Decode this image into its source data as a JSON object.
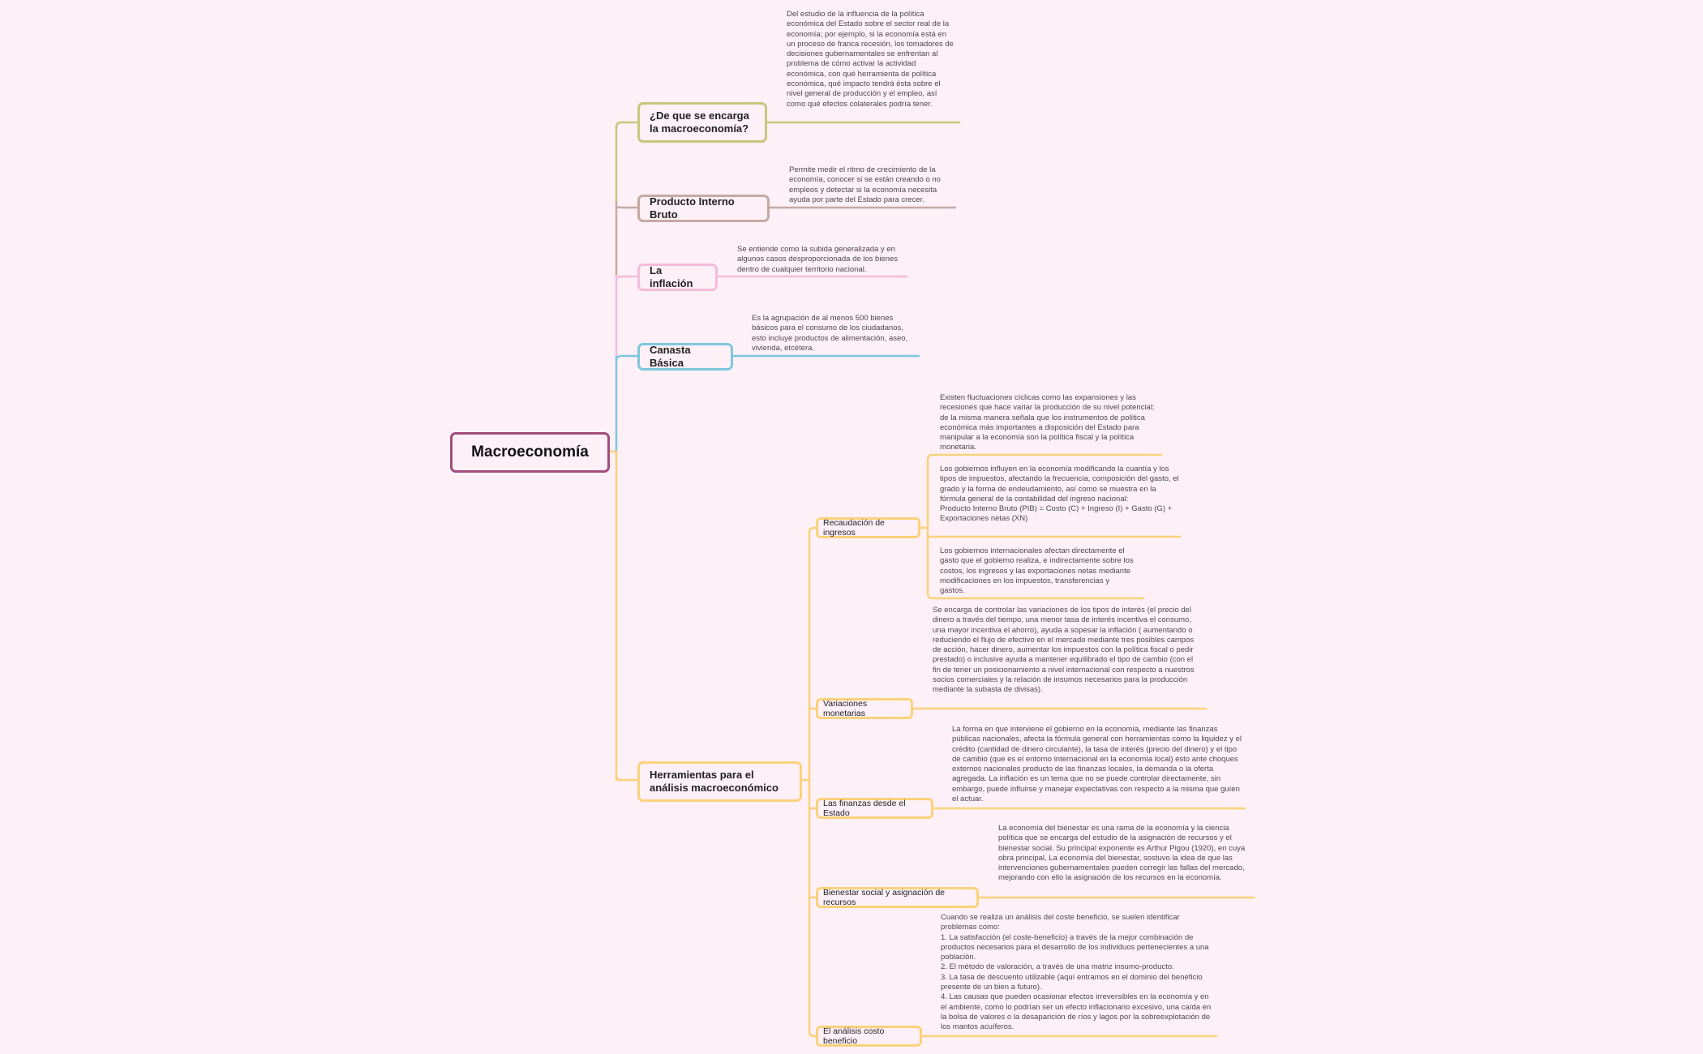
{
  "colors": {
    "background": "#fdf0f7",
    "root": "#a24d7c",
    "branch_macro": "#c9c57a",
    "branch_pib": "#c4aaa2",
    "branch_inflacion": "#f6bcd9",
    "branch_canasta": "#7ec8de",
    "branch_herramientas": "#fbd27a"
  },
  "root": {
    "label": "Macroeconomía"
  },
  "branches": [
    {
      "label": "¿De que se encarga la macroeconomía?",
      "note": "Del estudio de la influencia de la política económica del Estado sobre el sector real de la economía; por ejemplo, si la economía está en un proceso de franca recesión, los tomadores de decisiones gubernamentales se enfrentan al problema de cómo activar la actividad económica, con qué herramienta de política económica, qué impacto tendrá ésta sobre el nivel general de producción y el empleo, así como qué efectos colaterales podría tener."
    },
    {
      "label": "Producto Interno Bruto",
      "note": "Permite medir el ritmo de crecimiento de la economía, conocer si se están creando o no empleos y detectar si la economía necesita ayuda por parte del Estado para crecer."
    },
    {
      "label": "La inflación",
      "note": "Se entiende como la subida generalizada y en algunos casos desproporcionada de los bienes dentro de cualquier territorio nacional."
    },
    {
      "label": "Canasta Básica",
      "note": "Es la agrupación de al menos 500 bienes básicos para el consumo de los ciudadanos, esto incluye productos de alimentación, aseo, vivienda, etcétera."
    },
    {
      "label": "Herramientas para el análisis macroeconómico",
      "children": [
        {
          "label": "Recaudación de ingresos",
          "notes": [
            "Existen fluctuaciones cíclicas como las expansiones y las recesiones que hace variar la producción de su nivel potencial; de la misma manera señala que los instrumentos de política económica más importantes a disposición del Estado para manipular a la economía son la política fiscal y la política monetaria.",
            "Los gobiernos influyen en la economía modificando la cuantía y los tipos de impuestos, afectando la frecuencia, composición del gasto, el grado y la forma de endeudamiento, así como se muestra en la fórmula general de la contabilidad del ingreso nacional:\nProducto Interno Bruto (PIB) = Costo (C) + Ingreso (I) + Gasto (G) + Exportaciones netas (XN)",
            "Los gobiernos internacionales afectan directamente el gasto que el gobierno realiza, e indirectamente sobre los costos, los ingresos y las exportaciones netas mediante modificaciones en los impuestos, transferencias y gastos."
          ]
        },
        {
          "label": "Variaciones monetarias",
          "note": "Se encarga de controlar las variaciones de los tipos de interés (el precio del dinero a través del tiempo, una menor tasa de interés incentiva el consumo, una mayor incentiva el ahorro), ayuda a sopesar la inflación ( aumentando o reduciendo el flujo de efectivo en el mercado mediante tres posibles campos de acción, hacer dinero, aumentar los impuestos con la política fiscal o pedir prestado) o inclusive ayuda a mantener equilibrado el tipo de cambio (con el fin de tener un posicionamiento a nivel internacional con respecto a nuestros socios comerciales y la relación de insumos necesarios para la producción mediante la subasta de divisas)."
        },
        {
          "label": "Las finanzas desde el Estado",
          "note": "La forma en que interviene el gobierno en la economía, mediante las finanzas públicas nacionales, afecta la fórmula general con herramientas como la liquidez y el crédito (cantidad de dinero circulante), la tasa de interés (precio del dinero) y el tipo de cambio (que es el entorno internacional en la economía local) esto ante choques externos nacionales producto de las finanzas locales, la demanda o la oferta agregada. La inflación es un tema que no se puede controlar directamente, sin embargo, puede influirse y manejar expectativas con respecto a la misma que guíen el actuar."
        },
        {
          "label": "Bienestar social y asignación de recursos",
          "note": "La economía del bienestar es una rama de la economía y la ciencia política que se encarga del estudio de la asignación de recursos y el bienestar social. Su principal exponente es Arthur Pigou (1920), en cuya obra principal, La economía del bienestar, sostuvo la idea de que las intervenciones gubernamentales pueden corregir las fallas del mercado, mejorando con ello la asignación de los recursos en la economía."
        },
        {
          "label": "El análisis costo beneficio",
          "note": "Cuando se realiza un análisis del coste beneficio, se suelen identificar problemas como:\n1. La satisfacción (el coste-beneficio) a través de la mejor combinación de productos necesarios para el desarrollo de los individuos pertenecientes a una población.\n2. El método de valoración, a través de una matriz insumo-producto.\n3. La tasa de descuento utilizable (aquí entramos en el dominio del beneficio presente de un bien a futuro).\n4. Las causas que pueden ocasionar efectos irreversibles en la economía y en el ambiente, como lo podrían ser un efecto inflacionario excesivo, una caída en la bolsa de valores o la desaparición de ríos y lagos por la sobreexplotación de los mantos acuíferos."
        }
      ]
    }
  ]
}
